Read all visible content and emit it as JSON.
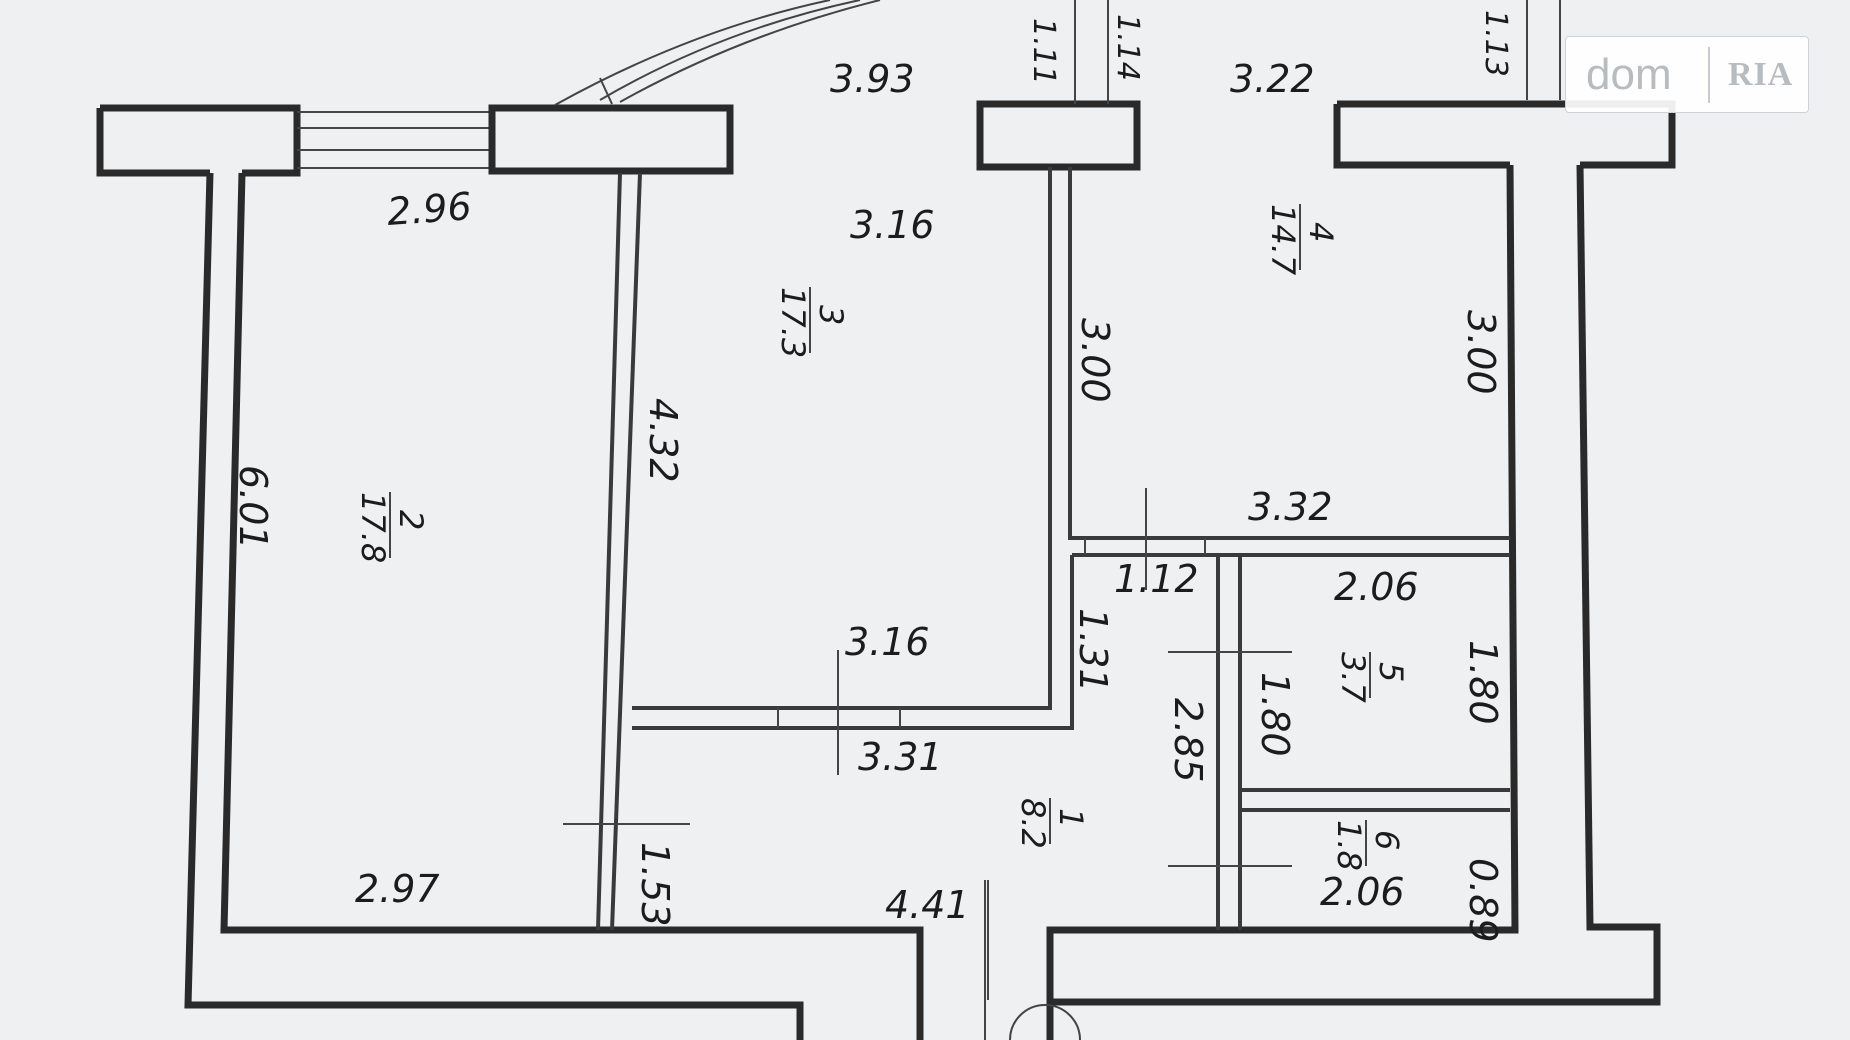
{
  "watermark": {
    "dom": "dom",
    "ria": "RIA"
  },
  "dimensions": {
    "top_left_window": "2.96",
    "top_center": "3.93",
    "top_right": "3.22",
    "vent_a": "1.11",
    "vent_b": "1.14",
    "vent_c": "1.13",
    "room3_top": "3.16",
    "room3_bottom": "3.16",
    "room2_side": "6.01",
    "room3_side": "4.32",
    "room4_left": "3.00",
    "room4_right": "3.00",
    "room4_bottom": "3.32",
    "hall_small": "1.12",
    "hall_side": "1.31",
    "corridor_top": "3.31",
    "corridor_side": "2.85",
    "bath_top": "2.06",
    "bath_left": "1.80",
    "bath_right": "1.80",
    "wc_bottom": "2.06",
    "wc_side": "0.89",
    "entry_short": "1.53",
    "room2_bottom": "2.97",
    "hall_bottom": "4.41"
  },
  "rooms": {
    "r1": {
      "num": "1",
      "area": "8.2"
    },
    "r2": {
      "num": "2",
      "area": "17.8"
    },
    "r3": {
      "num": "3",
      "area": "17.3"
    },
    "r4": {
      "num": "4",
      "area": "14.7"
    },
    "r5": {
      "num": "5",
      "area": "3.7"
    },
    "r6": {
      "num": "6",
      "area": "1.8"
    }
  }
}
